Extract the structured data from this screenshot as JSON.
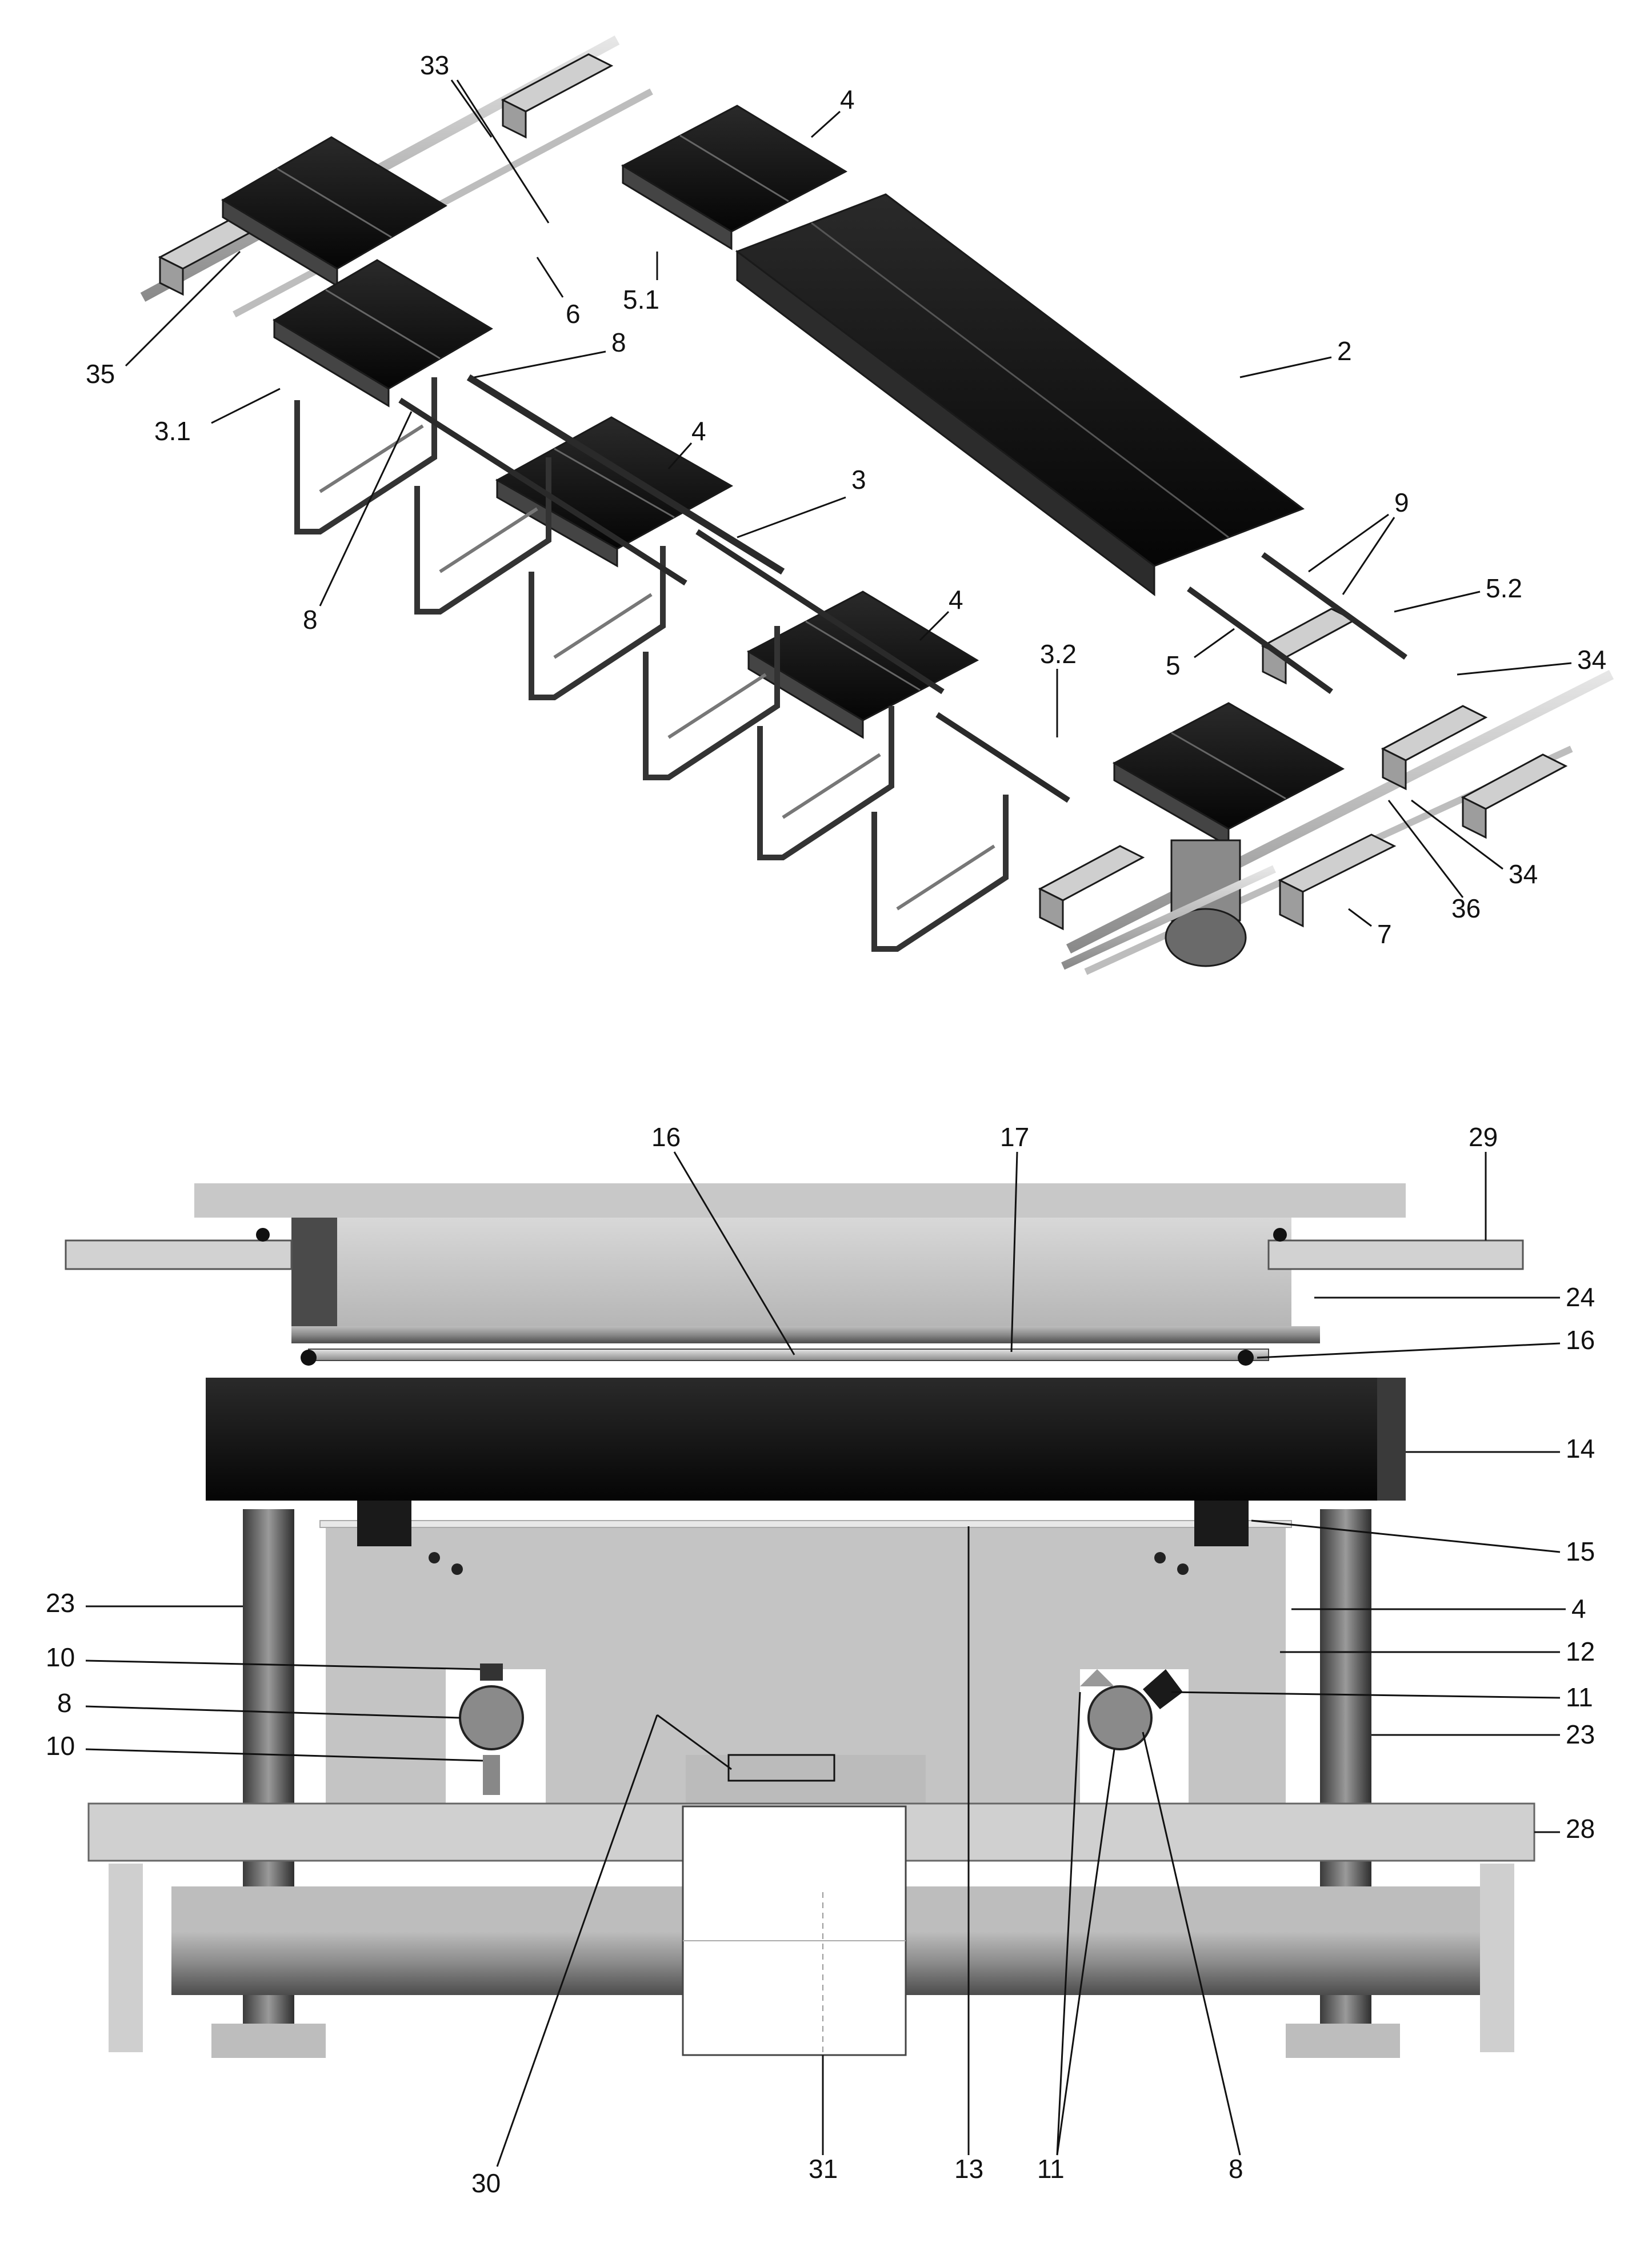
{
  "figure_top": {
    "labels": {
      "l33": "33",
      "l4a": "4",
      "l35": "35",
      "l6": "6",
      "l51": "5.1",
      "l2": "2",
      "l31": "3.1",
      "l8a": "8",
      "l8b": "8",
      "l4b": "4",
      "l3": "3",
      "l9": "9",
      "l52": "5.2",
      "l5": "5",
      "l4c": "4",
      "l32": "3.2",
      "l34a": "34",
      "l34b": "34",
      "l36": "36",
      "l7": "7"
    }
  },
  "figure_bottom": {
    "labels": {
      "l16a": "16",
      "l17": "17",
      "l29": "29",
      "l24": "24",
      "l16b": "16",
      "l14": "14",
      "l15": "15",
      "l23a": "23",
      "l4": "4",
      "l12": "12",
      "l10a": "10",
      "l11a": "11",
      "l8a": "8",
      "l23b": "23",
      "l10b": "10",
      "l28": "28",
      "l30": "30",
      "l31": "31",
      "l13": "13",
      "l11b": "11",
      "l8b": "8"
    }
  },
  "colors": {
    "ink": "#111111",
    "steel_light": "#c9c9c9",
    "steel_mid": "#9a9a9a",
    "steel_dark": "#5a5a5a",
    "panel_black": "#0d0d0d"
  }
}
